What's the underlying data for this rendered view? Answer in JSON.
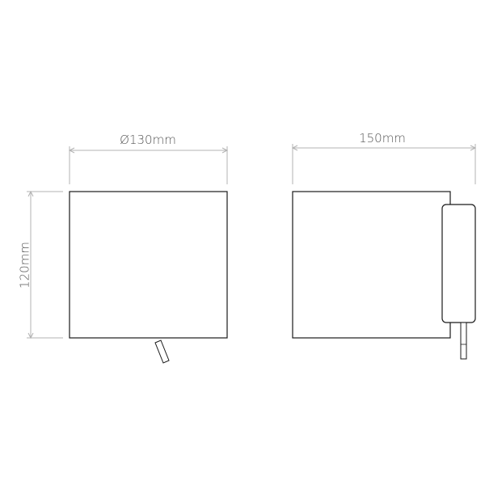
{
  "drawing": {
    "front_width_label": "Ø130mm",
    "height_label": "120mm",
    "side_depth_label": "150mm"
  },
  "colors": {
    "outline": "#1a1a1a",
    "dimension_line": "#b3b3b3",
    "dimension_text": "#555555"
  }
}
